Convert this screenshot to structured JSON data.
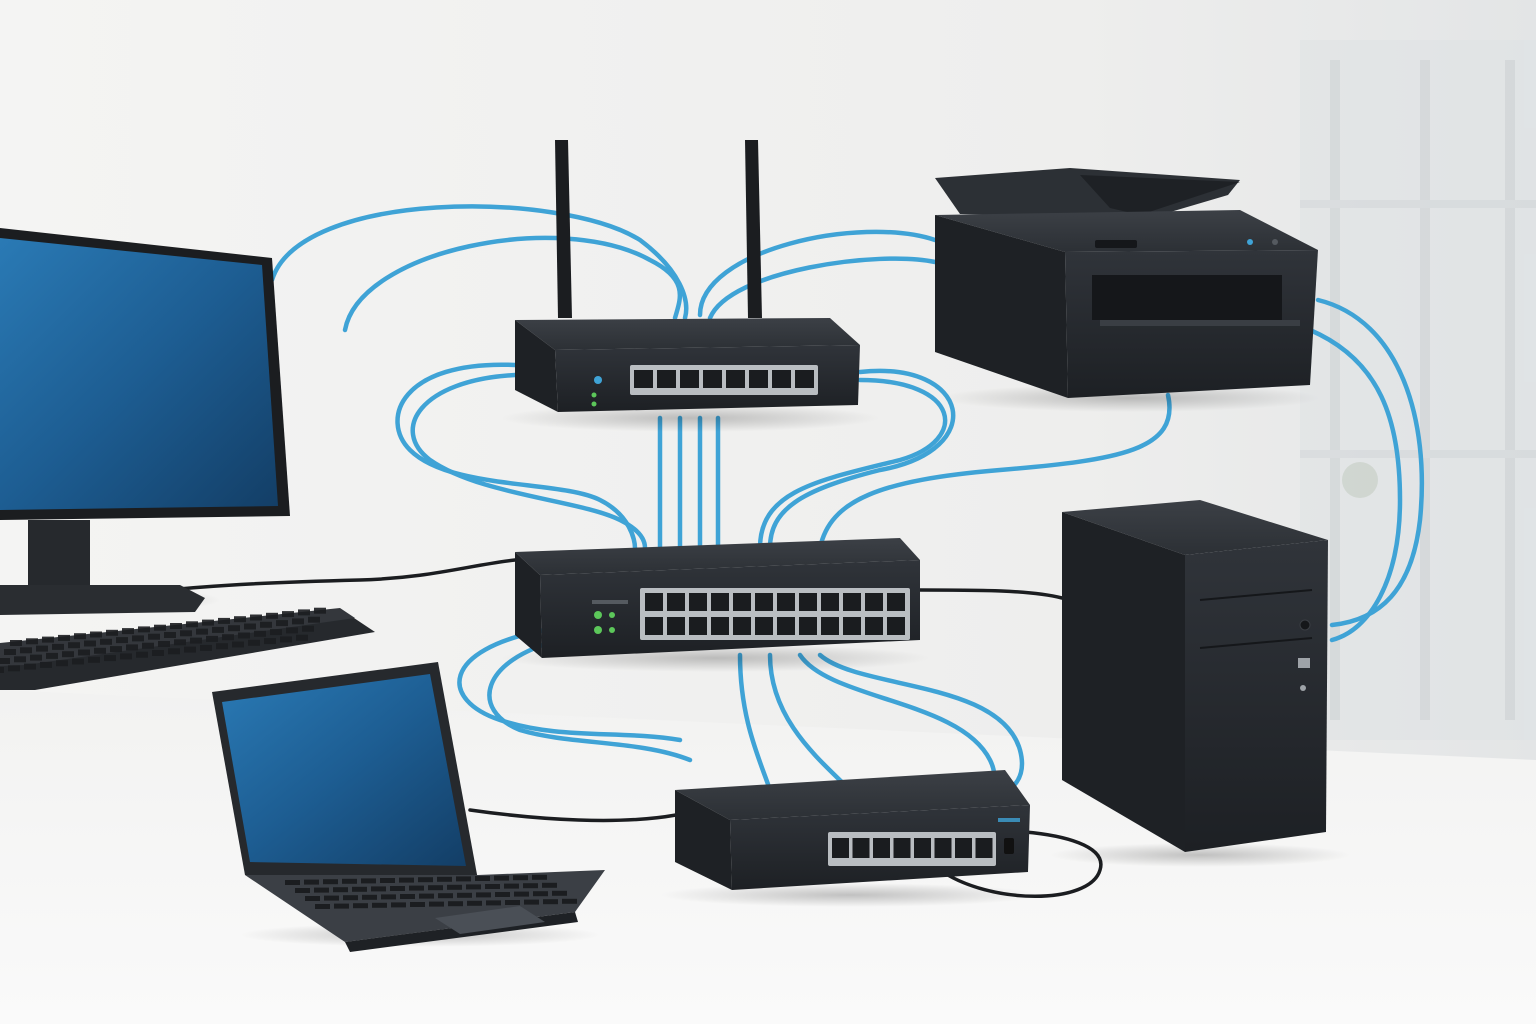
{
  "scene": {
    "colors": {
      "background": "#efefee",
      "desk": "#f6f6f5",
      "device_body": "#26292d",
      "device_top": "#34373c",
      "device_edge": "#1a1c1f",
      "screen_blue": "#1e5f93",
      "cable_blue": "#3fa3d6",
      "cable_black": "#1b1d20",
      "port_metal": "#9ea3a8",
      "led_green": "#5cc75a"
    },
    "devices": [
      {
        "name": "desktop-monitor",
        "icon": "monitor-icon"
      },
      {
        "name": "keyboard",
        "icon": "keyboard-icon"
      },
      {
        "name": "wireless-router",
        "icon": "router-icon",
        "ports": 8,
        "antennas": 2
      },
      {
        "name": "printer",
        "icon": "printer-icon"
      },
      {
        "name": "network-switch-24",
        "icon": "switch-icon",
        "ports": 24
      },
      {
        "name": "network-switch-8",
        "icon": "switch-icon",
        "ports": 8
      },
      {
        "name": "laptop",
        "icon": "laptop-icon"
      },
      {
        "name": "pc-tower",
        "icon": "tower-icon"
      }
    ]
  }
}
